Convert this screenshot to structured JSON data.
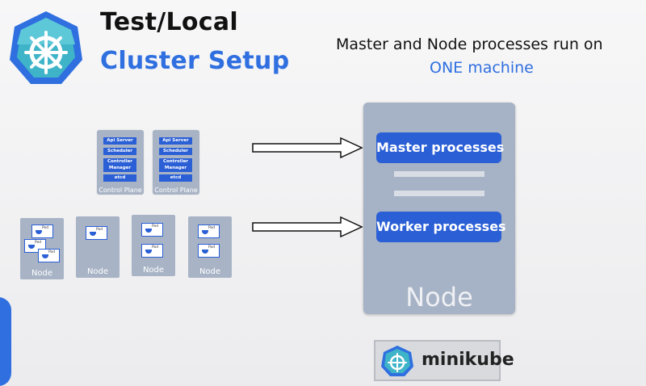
{
  "title": {
    "line1": "Test/Local",
    "line2": "Cluster Setup"
  },
  "subtitle": {
    "line1": "Master and Node processes run on",
    "line2": "ONE machine"
  },
  "control_planes": [
    {
      "items": [
        "Api Server",
        "Scheduler",
        "Controller Manager",
        "etcd"
      ],
      "caption": "Control Plane"
    },
    {
      "items": [
        "Api Server",
        "Scheduler",
        "Controller Manager",
        "etcd"
      ],
      "caption": "Control Plane"
    }
  ],
  "nodes": [
    {
      "caption": "Node",
      "pod_labels": [
        "Pod",
        "Pod",
        "Pod"
      ]
    },
    {
      "caption": "Node",
      "pod_labels": [
        "Pod"
      ]
    },
    {
      "caption": "Node",
      "pod_labels": [
        "Pod",
        "Pod"
      ]
    },
    {
      "caption": "Node",
      "pod_labels": [
        "Pod",
        "Pod"
      ]
    }
  ],
  "single_node": {
    "master_label": "Master processes",
    "worker_label": "Worker processes",
    "caption": "Node"
  },
  "minikube": {
    "label": "minikube"
  },
  "colors": {
    "accent": "#2a5fd6",
    "title_blue": "#2f6fe0",
    "panel": "#a8b4c6"
  }
}
